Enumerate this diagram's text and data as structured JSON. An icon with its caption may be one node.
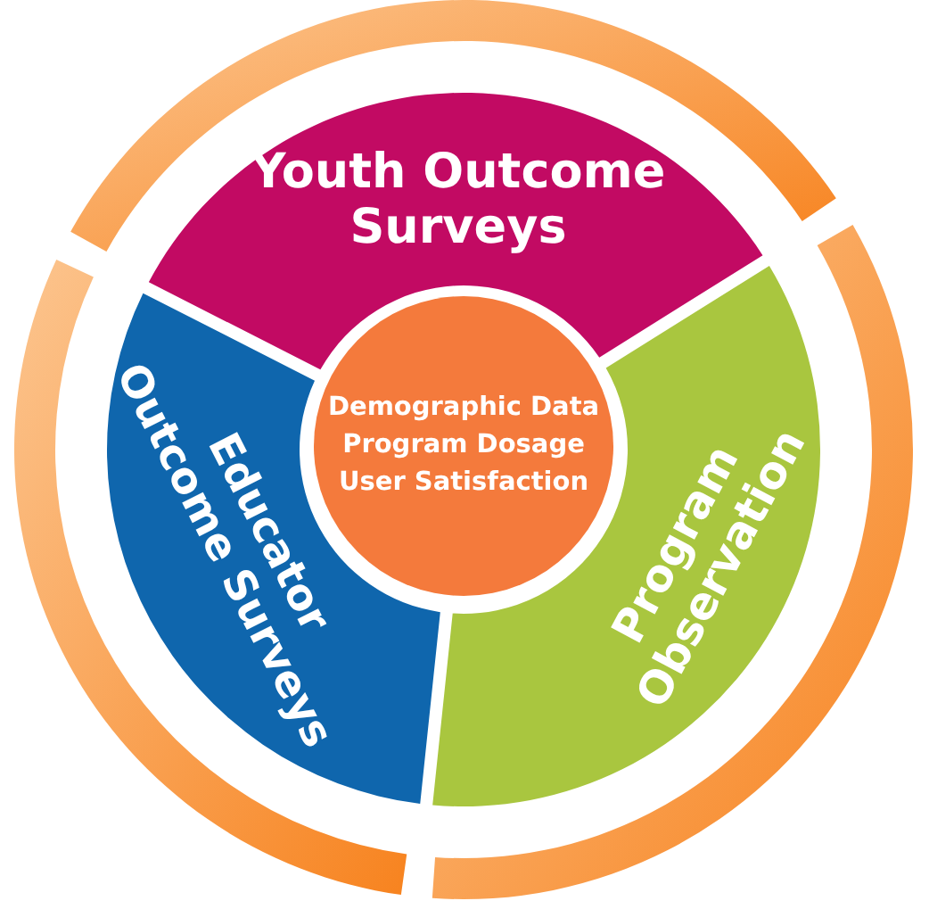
{
  "diagram": {
    "nodes": [
      {
        "text": [
          "Youth Outcome Surveys"
        ]
      },
      {
        "text": [
          "Program Observation"
        ]
      },
      {
        "text": [
          "Educator Outcome Surveys"
        ]
      },
      {
        "text": [
          "Demographic Data",
          "Program Dosage",
          "User Satisfaction"
        ]
      }
    ]
  }
}
